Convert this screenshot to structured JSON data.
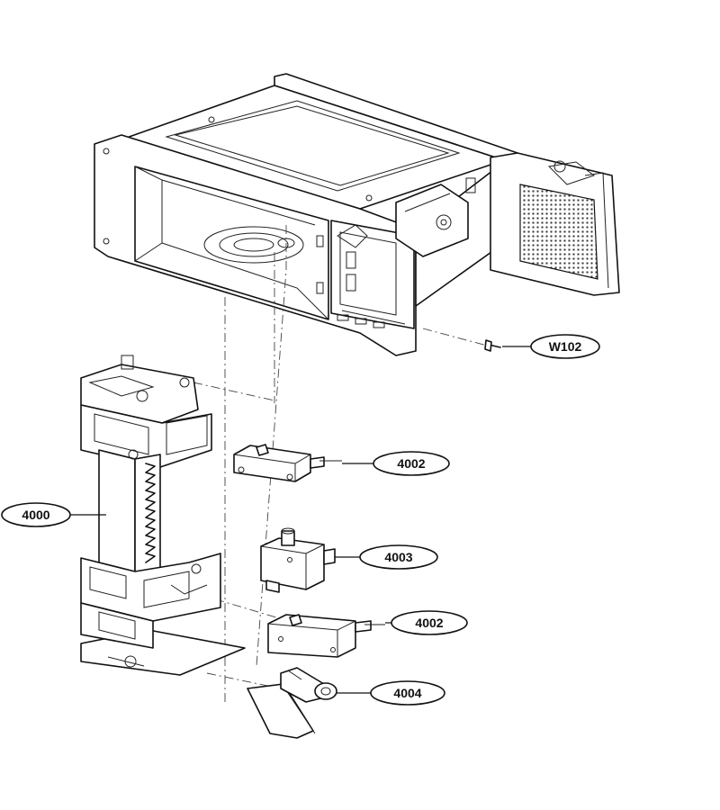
{
  "callouts": [
    {
      "id": "w102",
      "label": "W102"
    },
    {
      "id": "4002a",
      "label": "4002"
    },
    {
      "id": "4000",
      "label": "4000"
    },
    {
      "id": "4003",
      "label": "4003"
    },
    {
      "id": "4002b",
      "label": "4002"
    },
    {
      "id": "4004",
      "label": "4004"
    }
  ]
}
